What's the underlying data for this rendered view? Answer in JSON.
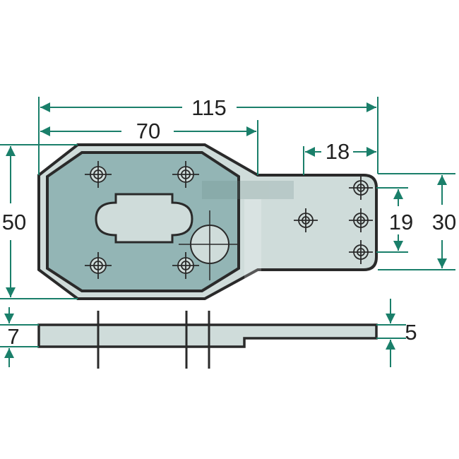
{
  "drawing": {
    "type": "technical-drawing",
    "subject": "mounting plate",
    "colors": {
      "dimension_line": "#1a7f6a",
      "outline": "#2a2a2a",
      "plate_fill": "#cfdcda",
      "inner_fill": "#93b5b5"
    },
    "dimensions": {
      "overall_length": "115",
      "plate_length": "70",
      "tab_offset": "18",
      "plate_height": "50",
      "tab_height": "30",
      "hole_spacing": "19",
      "plate_thickness": "7",
      "tab_thickness": "5"
    }
  }
}
